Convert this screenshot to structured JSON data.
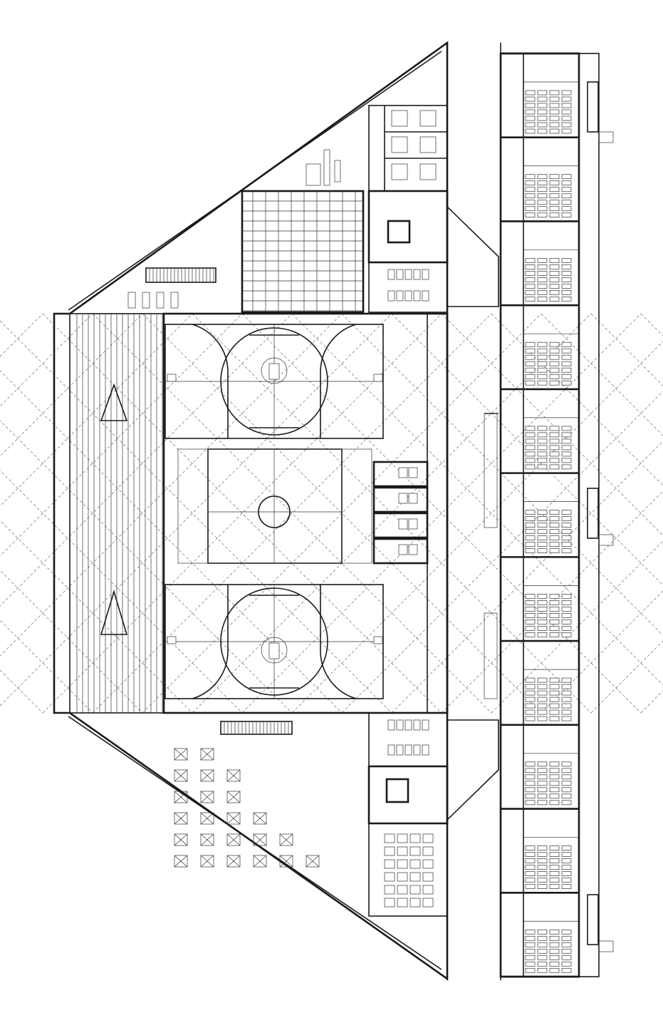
{
  "drawing": {
    "kind": "architectural-floor-plan",
    "line_color": "#1a1a1a",
    "background": "#ffffff"
  },
  "zones": [
    {
      "name": "sports-hall",
      "courts": 2
    },
    {
      "name": "spectator-stands"
    },
    {
      "name": "fitness-area"
    },
    {
      "name": "climbing-wall"
    },
    {
      "name": "cafe-seating"
    },
    {
      "name": "changing-rooms",
      "count": 4
    },
    {
      "name": "stair-core-north"
    },
    {
      "name": "stair-core-south"
    },
    {
      "name": "corridor"
    },
    {
      "name": "classroom-wing",
      "classrooms": 11
    }
  ]
}
